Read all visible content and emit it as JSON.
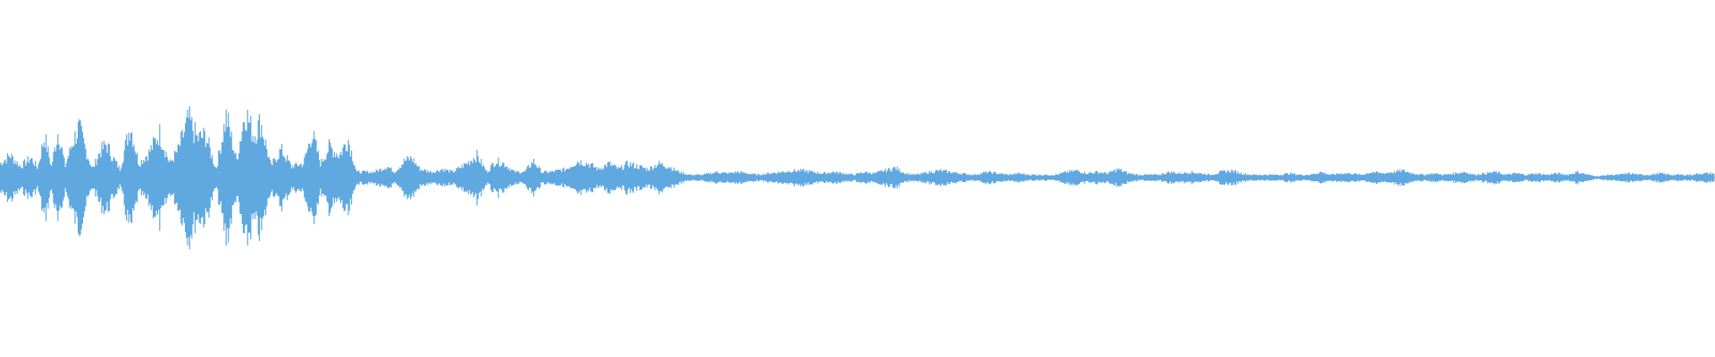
{
  "waveform": {
    "color": "#5fa8e0",
    "background": "#ffffff",
    "amplitude_envelope": [
      [
        0.0,
        0.1
      ],
      [
        0.006,
        0.16
      ],
      [
        0.012,
        0.08
      ],
      [
        0.018,
        0.14
      ],
      [
        0.022,
        0.07
      ],
      [
        0.026,
        0.3
      ],
      [
        0.03,
        0.08
      ],
      [
        0.034,
        0.34
      ],
      [
        0.038,
        0.08
      ],
      [
        0.042,
        0.24
      ],
      [
        0.046,
        0.36
      ],
      [
        0.05,
        0.2
      ],
      [
        0.054,
        0.06
      ],
      [
        0.058,
        0.18
      ],
      [
        0.062,
        0.24
      ],
      [
        0.066,
        0.14
      ],
      [
        0.07,
        0.06
      ],
      [
        0.076,
        0.38
      ],
      [
        0.081,
        0.1
      ],
      [
        0.087,
        0.18
      ],
      [
        0.093,
        0.32
      ],
      [
        0.099,
        0.1
      ],
      [
        0.104,
        0.2
      ],
      [
        0.11,
        0.42
      ],
      [
        0.115,
        0.28
      ],
      [
        0.12,
        0.3
      ],
      [
        0.126,
        0.06
      ],
      [
        0.132,
        0.44
      ],
      [
        0.138,
        0.12
      ],
      [
        0.143,
        0.48
      ],
      [
        0.148,
        0.3
      ],
      [
        0.152,
        0.4
      ],
      [
        0.158,
        0.08
      ],
      [
        0.164,
        0.2
      ],
      [
        0.17,
        0.08
      ],
      [
        0.177,
        0.1
      ],
      [
        0.182,
        0.32
      ],
      [
        0.187,
        0.1
      ],
      [
        0.192,
        0.22
      ],
      [
        0.198,
        0.16
      ],
      [
        0.203,
        0.28
      ],
      [
        0.208,
        0.04
      ],
      [
        0.214,
        0.04
      ],
      [
        0.218,
        0.04
      ],
      [
        0.226,
        0.08
      ],
      [
        0.23,
        0.04
      ],
      [
        0.236,
        0.12
      ],
      [
        0.24,
        0.14
      ],
      [
        0.245,
        0.06
      ],
      [
        0.252,
        0.04
      ],
      [
        0.258,
        0.06
      ],
      [
        0.264,
        0.04
      ],
      [
        0.272,
        0.1
      ],
      [
        0.278,
        0.16
      ],
      [
        0.284,
        0.04
      ],
      [
        0.289,
        0.12
      ],
      [
        0.294,
        0.1
      ],
      [
        0.3,
        0.04
      ],
      [
        0.306,
        0.04
      ],
      [
        0.311,
        0.12
      ],
      [
        0.316,
        0.04
      ],
      [
        0.321,
        0.04
      ],
      [
        0.33,
        0.06
      ],
      [
        0.337,
        0.12
      ],
      [
        0.343,
        0.1
      ],
      [
        0.349,
        0.06
      ],
      [
        0.355,
        0.1
      ],
      [
        0.361,
        0.06
      ],
      [
        0.366,
        0.1
      ],
      [
        0.372,
        0.08
      ],
      [
        0.378,
        0.06
      ],
      [
        0.384,
        0.1
      ],
      [
        0.39,
        0.08
      ],
      [
        0.396,
        0.04
      ],
      [
        0.402,
        0.02
      ],
      [
        0.41,
        0.02
      ],
      [
        0.418,
        0.04
      ],
      [
        0.424,
        0.03
      ],
      [
        0.43,
        0.04
      ],
      [
        0.436,
        0.03
      ],
      [
        0.442,
        0.02
      ],
      [
        0.448,
        0.03
      ],
      [
        0.456,
        0.04
      ],
      [
        0.462,
        0.05
      ],
      [
        0.468,
        0.05
      ],
      [
        0.474,
        0.04
      ],
      [
        0.48,
        0.03
      ],
      [
        0.486,
        0.04
      ],
      [
        0.492,
        0.03
      ],
      [
        0.498,
        0.02
      ],
      [
        0.504,
        0.04
      ],
      [
        0.51,
        0.03
      ],
      [
        0.516,
        0.05
      ],
      [
        0.522,
        0.07
      ],
      [
        0.528,
        0.03
      ],
      [
        0.534,
        0.02
      ],
      [
        0.542,
        0.04
      ],
      [
        0.548,
        0.05
      ],
      [
        0.554,
        0.04
      ],
      [
        0.56,
        0.03
      ],
      [
        0.568,
        0.02
      ],
      [
        0.576,
        0.04
      ],
      [
        0.582,
        0.03
      ],
      [
        0.588,
        0.02
      ],
      [
        0.594,
        0.03
      ],
      [
        0.6,
        0.02
      ],
      [
        0.608,
        0.02
      ],
      [
        0.616,
        0.02
      ],
      [
        0.622,
        0.04
      ],
      [
        0.628,
        0.05
      ],
      [
        0.634,
        0.03
      ],
      [
        0.64,
        0.04
      ],
      [
        0.646,
        0.03
      ],
      [
        0.652,
        0.06
      ],
      [
        0.658,
        0.03
      ],
      [
        0.664,
        0.02
      ],
      [
        0.67,
        0.02
      ],
      [
        0.676,
        0.02
      ],
      [
        0.682,
        0.04
      ],
      [
        0.688,
        0.03
      ],
      [
        0.694,
        0.04
      ],
      [
        0.7,
        0.03
      ],
      [
        0.706,
        0.02
      ],
      [
        0.712,
        0.04
      ],
      [
        0.718,
        0.05
      ],
      [
        0.724,
        0.03
      ],
      [
        0.73,
        0.02
      ],
      [
        0.738,
        0.02
      ],
      [
        0.746,
        0.02
      ],
      [
        0.752,
        0.03
      ],
      [
        0.758,
        0.02
      ],
      [
        0.764,
        0.02
      ],
      [
        0.77,
        0.04
      ],
      [
        0.776,
        0.02
      ],
      [
        0.782,
        0.03
      ],
      [
        0.788,
        0.03
      ],
      [
        0.794,
        0.02
      ],
      [
        0.8,
        0.04
      ],
      [
        0.806,
        0.03
      ],
      [
        0.812,
        0.04
      ],
      [
        0.818,
        0.05
      ],
      [
        0.824,
        0.03
      ],
      [
        0.83,
        0.02
      ],
      [
        0.836,
        0.03
      ],
      [
        0.842,
        0.02
      ],
      [
        0.848,
        0.03
      ],
      [
        0.854,
        0.04
      ],
      [
        0.86,
        0.02
      ],
      [
        0.866,
        0.03
      ],
      [
        0.872,
        0.04
      ],
      [
        0.878,
        0.02
      ],
      [
        0.884,
        0.03
      ],
      [
        0.89,
        0.02
      ],
      [
        0.896,
        0.03
      ],
      [
        0.902,
        0.02
      ],
      [
        0.908,
        0.03
      ],
      [
        0.914,
        0.02
      ],
      [
        0.92,
        0.04
      ],
      [
        0.926,
        0.02
      ],
      [
        0.932,
        0.01
      ],
      [
        0.938,
        0.02
      ],
      [
        0.944,
        0.02
      ],
      [
        0.95,
        0.03
      ],
      [
        0.956,
        0.02
      ],
      [
        0.962,
        0.02
      ],
      [
        0.968,
        0.03
      ],
      [
        0.974,
        0.02
      ],
      [
        0.98,
        0.02
      ],
      [
        0.986,
        0.02
      ],
      [
        0.992,
        0.03
      ],
      [
        0.998,
        0.03
      ]
    ]
  }
}
